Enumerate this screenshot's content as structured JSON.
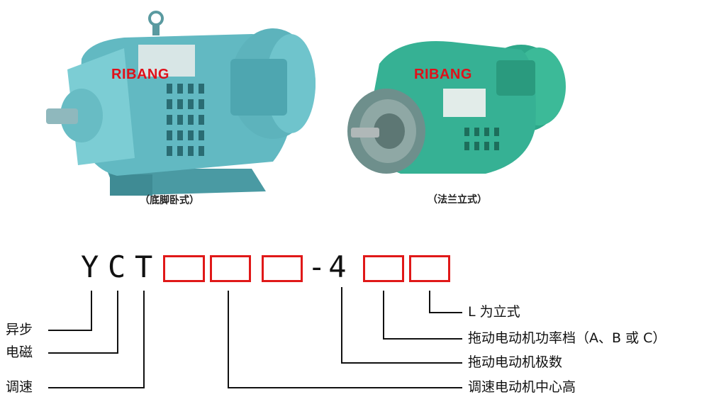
{
  "photos": {
    "left": {
      "brand": "RIBANG",
      "caption": "（底脚卧式）",
      "color": "#5fb8c0"
    },
    "right": {
      "brand": "RIBANG",
      "caption": "（法兰立式）",
      "color": "#2fae8e"
    }
  },
  "model_code": {
    "prefix": [
      "Y",
      "C",
      "T"
    ],
    "box_count_1": 3,
    "mid": "-4",
    "box_count_2": 2,
    "box_color": "#e01818"
  },
  "labels": {
    "yibu": "异步",
    "dianci": "电磁",
    "tiaosu": "调速",
    "l_vertical": "L 为立式",
    "power_grade": "拖动电动机功率档（A、B 或 C）",
    "poles": "拖动电动机极数",
    "center_height": "调速电动机中心高"
  }
}
